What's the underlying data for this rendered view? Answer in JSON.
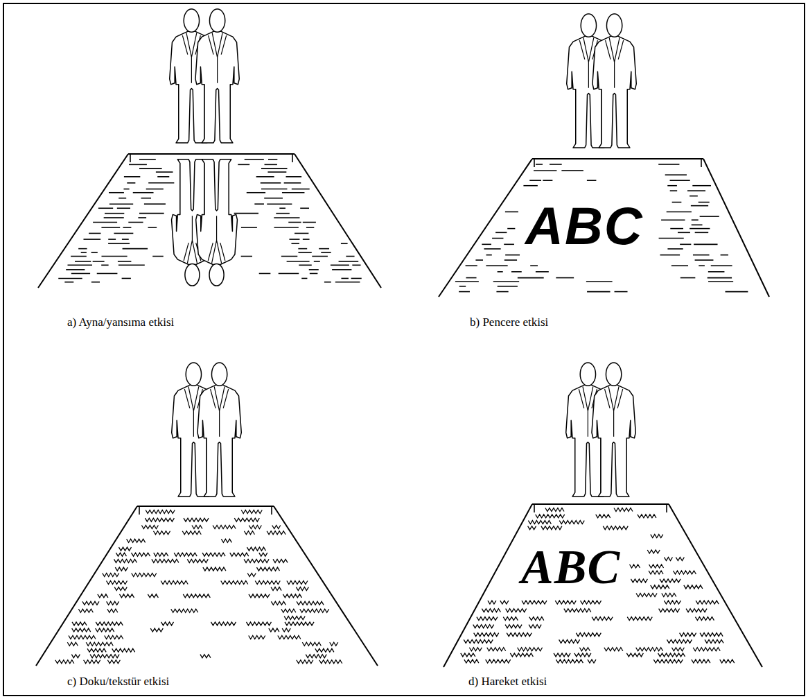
{
  "diagram": {
    "labels": [
      "ABC",
      "a) Ayna/yansıma etkisi",
      "b) Pencere etkisi",
      "ABC",
      "c) Doku/tekstür etkisi",
      "d) Hareket etkisi"
    ]
  }
}
